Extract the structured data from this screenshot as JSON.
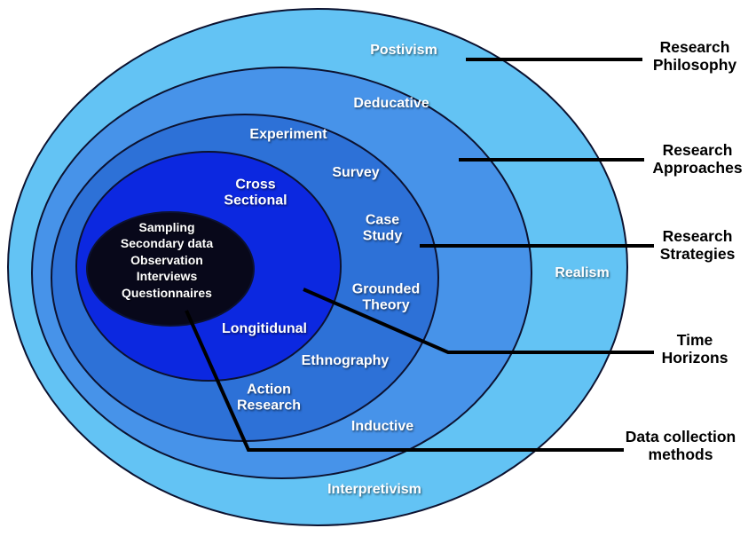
{
  "diagram": {
    "type": "research-onion",
    "background_color": "#ffffff",
    "outline_color": "#0c1230",
    "leader_line_color": "#000000",
    "ring_text_color": "#ffffff",
    "category_text_color": "#000000",
    "layers": [
      {
        "category": "Research Philosophy",
        "color": "#63c3f4",
        "items": [
          "Postivism",
          "Realism",
          "Interpretivism"
        ]
      },
      {
        "category": "Research Approaches",
        "color": "#4793e9",
        "items": [
          "Deducative",
          "Inductive"
        ]
      },
      {
        "category": "Research Strategies",
        "color": "#2d71d7",
        "items": [
          "Experiment",
          "Survey",
          "Case Study",
          "Grounded Theory",
          "Ethnography",
          "Action Research"
        ]
      },
      {
        "category": "Time Horizons",
        "color": "#0c28e0",
        "items": [
          "Cross Sectional",
          "Longitidunal"
        ]
      },
      {
        "category": "Data collection methods",
        "color": "#08081a",
        "items": [
          "Sampling",
          "Secondary data",
          "Observation",
          "Interviews",
          "Questionnaires"
        ]
      }
    ]
  }
}
